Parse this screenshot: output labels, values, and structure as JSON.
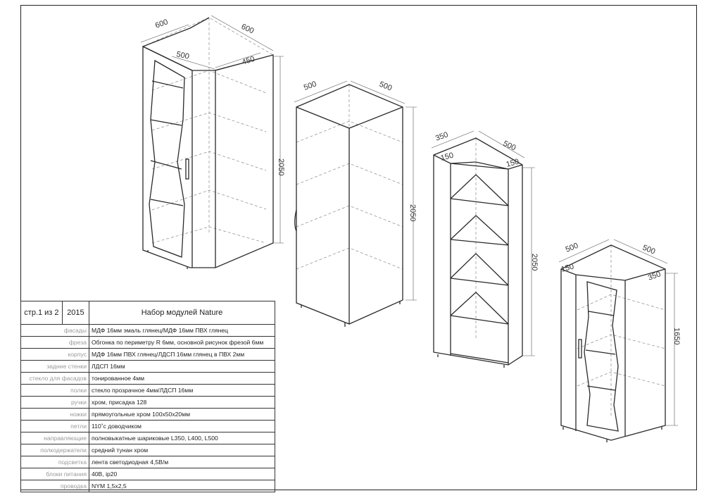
{
  "header": {
    "page": "стр.1 из 2",
    "year": "2015",
    "title": "Набор модулей Nature"
  },
  "specs": [
    {
      "key": "фасады",
      "value": "МДФ 16мм эмаль глянец/МДФ 16мм ПВХ глянец"
    },
    {
      "key": "фреза",
      "value": "Обгонка по периметру R 6мм, основной рисунок фрезой 6мм"
    },
    {
      "key": "корпус",
      "value": "МДФ 16мм ПВХ глянец/ЛДСП 16мм глянец в ПВХ 2мм"
    },
    {
      "key": "задние стенки",
      "value": "ЛДСП 16мм"
    },
    {
      "key": "стекло для фасадов",
      "value": "тонированное 4мм"
    },
    {
      "key": "полки",
      "value": "стекло прозрачное 4мм/ЛДСП 16мм"
    },
    {
      "key": "ручки",
      "value": "хром, присадка 128"
    },
    {
      "key": "ножки",
      "value": "прямоугольные хром 100х50х20мм"
    },
    {
      "key": "петли",
      "value": "110˚с доводчиком"
    },
    {
      "key": "направляющие",
      "value": "полновыкатные шариковые L350, L400, L500"
    },
    {
      "key": "полкодержатели",
      "value": "средний тунан хром"
    },
    {
      "key": "подсветка",
      "value": "лента светодиодная  4,5В/м"
    },
    {
      "key": "блоки питания",
      "value": "40В, ip20"
    },
    {
      "key": "проводка",
      "value": "NYM 1,5х2,5"
    }
  ],
  "dimensions": {
    "m1_w1": "600",
    "m1_w2": "600",
    "m1_d1": "500",
    "m1_d2": "450",
    "m1_h": "2050",
    "m2_w1": "500",
    "m2_w2": "500",
    "m2_h": "2050",
    "m3_w1": "350",
    "m3_w2": "500",
    "m3_s1": "150",
    "m3_s2": "150",
    "m3_h": "2050",
    "m4_w1": "500",
    "m4_w2": "500",
    "m4_s1": "150",
    "m4_d": "350",
    "m4_h": "1650"
  },
  "colors": {
    "line": "#2a2a2a",
    "hidden": "#888888",
    "muted_text": "#9a9a9a"
  }
}
